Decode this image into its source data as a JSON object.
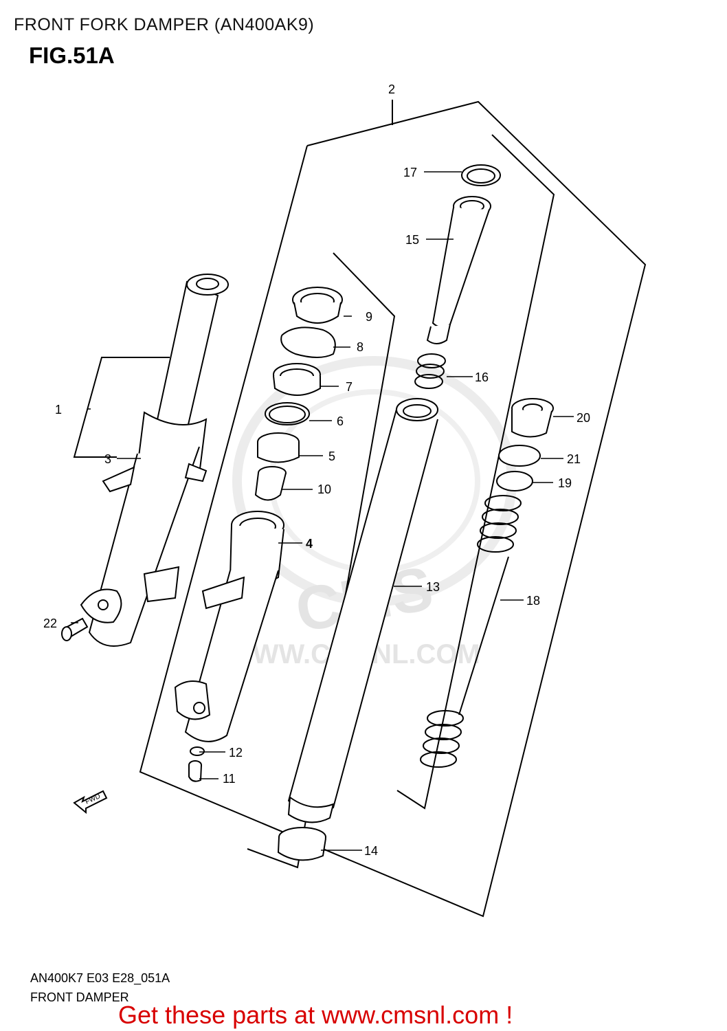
{
  "header": {
    "title": "FRONT FORK DAMPER (AN400AK9)",
    "figure": "FIG.51A"
  },
  "footer": {
    "code": "AN400K7 E03 E28_051A",
    "name": "FRONT DAMPER",
    "promo": "Get these parts at www.cmsnl.com !",
    "promo_color": "#d80000"
  },
  "watermark": {
    "logo": "CMS",
    "url": "WWW.CMSNL.COM"
  },
  "direction_marker": "FWD",
  "parts": [
    "1",
    "2",
    "3",
    "4",
    "5",
    "6",
    "7",
    "8",
    "9",
    "10",
    "11",
    "12",
    "13",
    "14",
    "15",
    "16",
    "17",
    "18",
    "19",
    "20",
    "21",
    "22"
  ]
}
